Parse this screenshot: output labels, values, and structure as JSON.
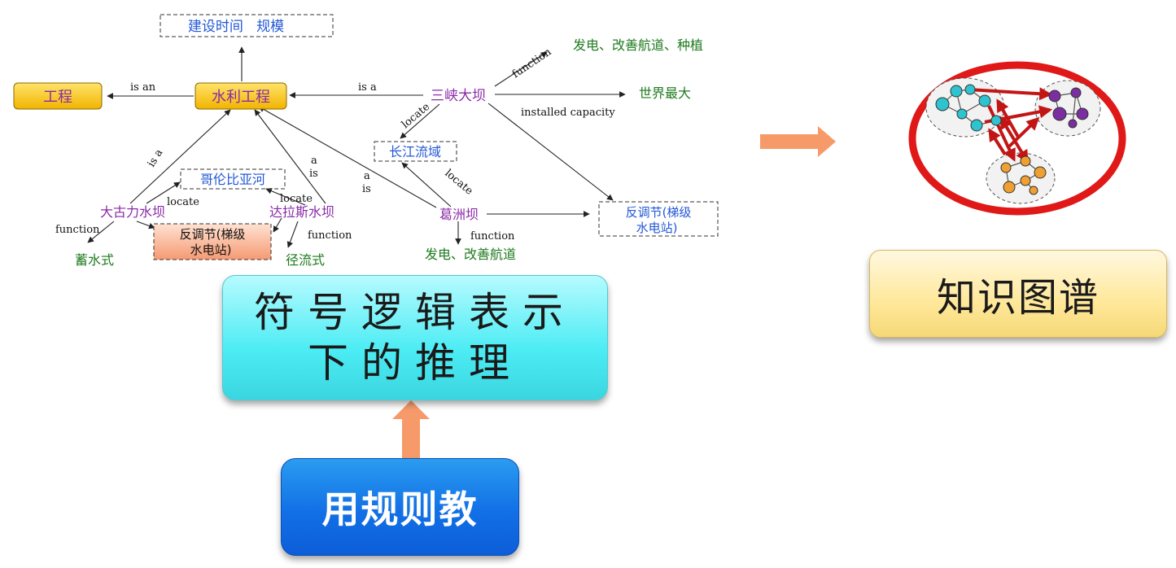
{
  "diagram": {
    "nodes": {
      "gongcheng": "工程",
      "shuili": "水利工程",
      "jianshe": "建设时间   规模",
      "sanxia": "三峡大坝",
      "fadian1": "发电、改善航道、种植",
      "shijie": "世界最大",
      "changjiang": "长江流域",
      "gelunbiya": "哥伦比亚河",
      "dagu": "大古力水坝",
      "dalasi": "达拉斯水坝",
      "gezhou": "葛洲坝",
      "fantiao1_line1": "反调节(梯级",
      "fantiao1_line2": "水电站)",
      "fantiao2_line1": "反调节(梯级",
      "fantiao2_line2": "水电站)",
      "xushui": "蓄水式",
      "jingliu": "径流式",
      "fadian2": "发电、改善航道"
    },
    "edge_labels": {
      "is_an": "is an",
      "is_a_sanxia": "is a",
      "function_sanxia": "function",
      "installed": "installed capacity",
      "locate_sanxia": "locate",
      "locate_gezhou": "locate",
      "is_a_dagu": "is a",
      "a_dalasi": "a",
      "is_dalasi": "is",
      "a_gezhou": "a",
      "is_gezhou": "is",
      "locate_dagu": "locate",
      "locate_dalasi": "locate",
      "function_dagu": "function",
      "function_dalasi": "function",
      "function_gezhou": "function"
    }
  },
  "boxes": {
    "reasoning_line1": "符号逻辑表示",
    "reasoning_line2": "下的推理",
    "rule": "用规则教",
    "knowledge_graph": "知识图谱"
  },
  "colors": {
    "node_purple": "#8a2aa8",
    "node_blue": "#2458d6",
    "node_green": "#1e7a1e",
    "arrow_orange": "#f79a6a",
    "graph_ring": "#e01818"
  }
}
